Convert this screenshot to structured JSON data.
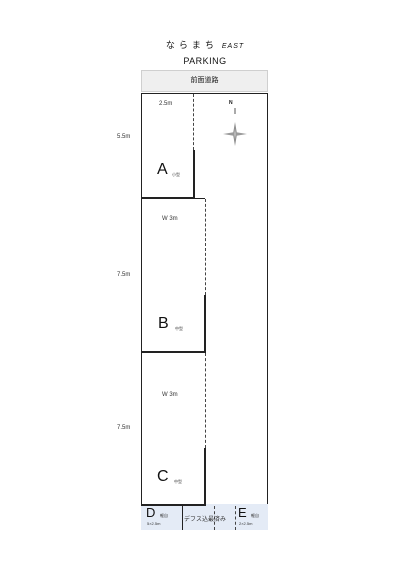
{
  "header": {
    "title": "ならまち",
    "title_suffix": "EAST",
    "subtitle": "PARKING"
  },
  "road_label": "前面道路",
  "compass_letter": "N",
  "spaces": [
    {
      "letter": "A",
      "note": "小型",
      "width_label": "2.5m",
      "depth_label": "5.5m"
    },
    {
      "letter": "B",
      "note": "中型",
      "width_label": "W 3m",
      "depth_label": "7.5m"
    },
    {
      "letter": "C",
      "note": "中型",
      "width_label": "W 3m",
      "depth_label": "7.5m"
    },
    {
      "letter": "D",
      "note": "軽自",
      "size_label": "5×2.5m"
    },
    {
      "letter": "E",
      "note": "軽自",
      "size_label": "2×2.5m"
    }
  ],
  "bottom_center_label": "デフス込最済み"
}
